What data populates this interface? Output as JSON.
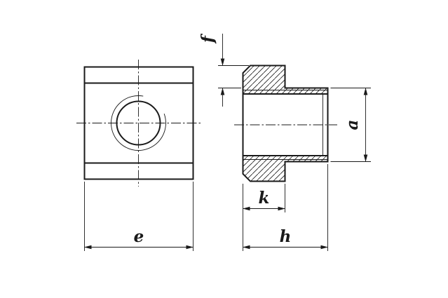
{
  "drawing": {
    "labels": {
      "e": "e",
      "f": "f",
      "k": "k",
      "h": "h",
      "a": "a"
    },
    "colors": {
      "line": "#1a1a1a",
      "background": "#ffffff"
    }
  }
}
